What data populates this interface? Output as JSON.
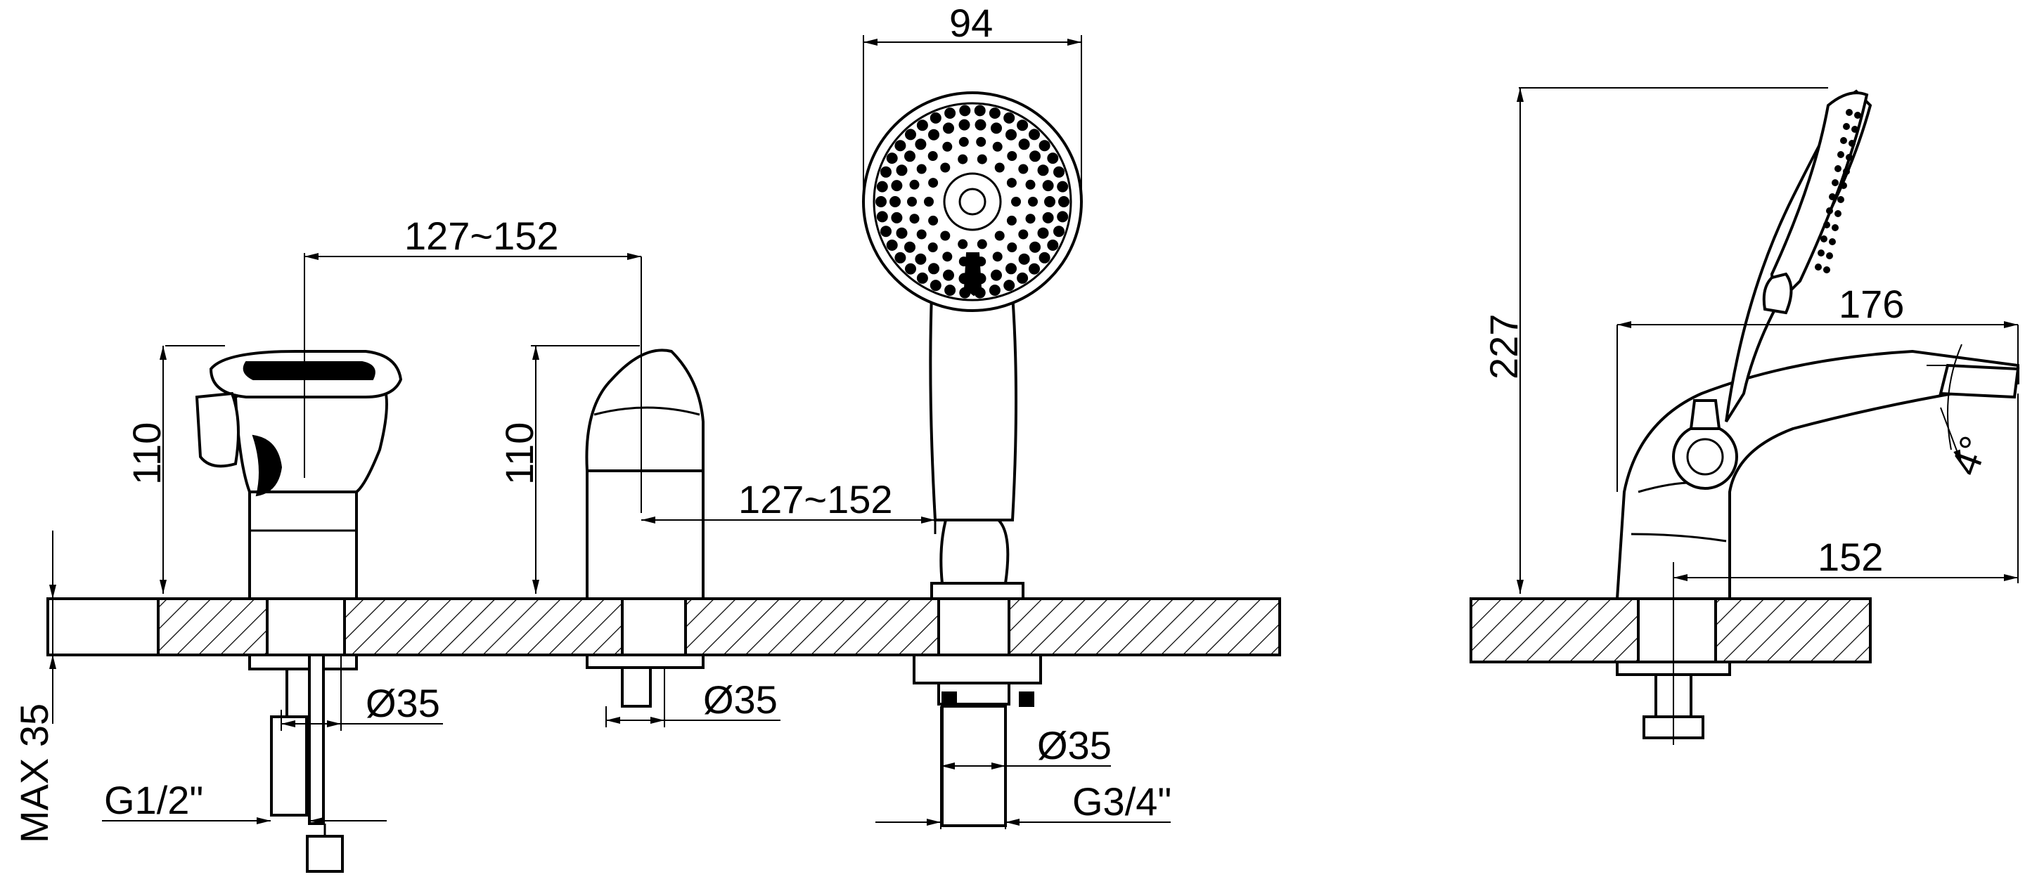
{
  "drawing": {
    "front_view": {
      "handle_height": "110",
      "diverter_height": "110",
      "spacing_mixer_to_diverter": "127~152",
      "spacing_diverter_to_shower": "127~152",
      "shower_head_width": "94",
      "hole_mixer": "Ø35",
      "hole_diverter": "Ø35",
      "hole_shower": "Ø35",
      "thread_left": "G1/2\"",
      "thread_right": "G3/4\"",
      "deck_thickness": "MAX 35"
    },
    "side_view": {
      "total_height": "227",
      "spout_length": "176",
      "spout_reach": "152",
      "angle": "4°"
    }
  }
}
